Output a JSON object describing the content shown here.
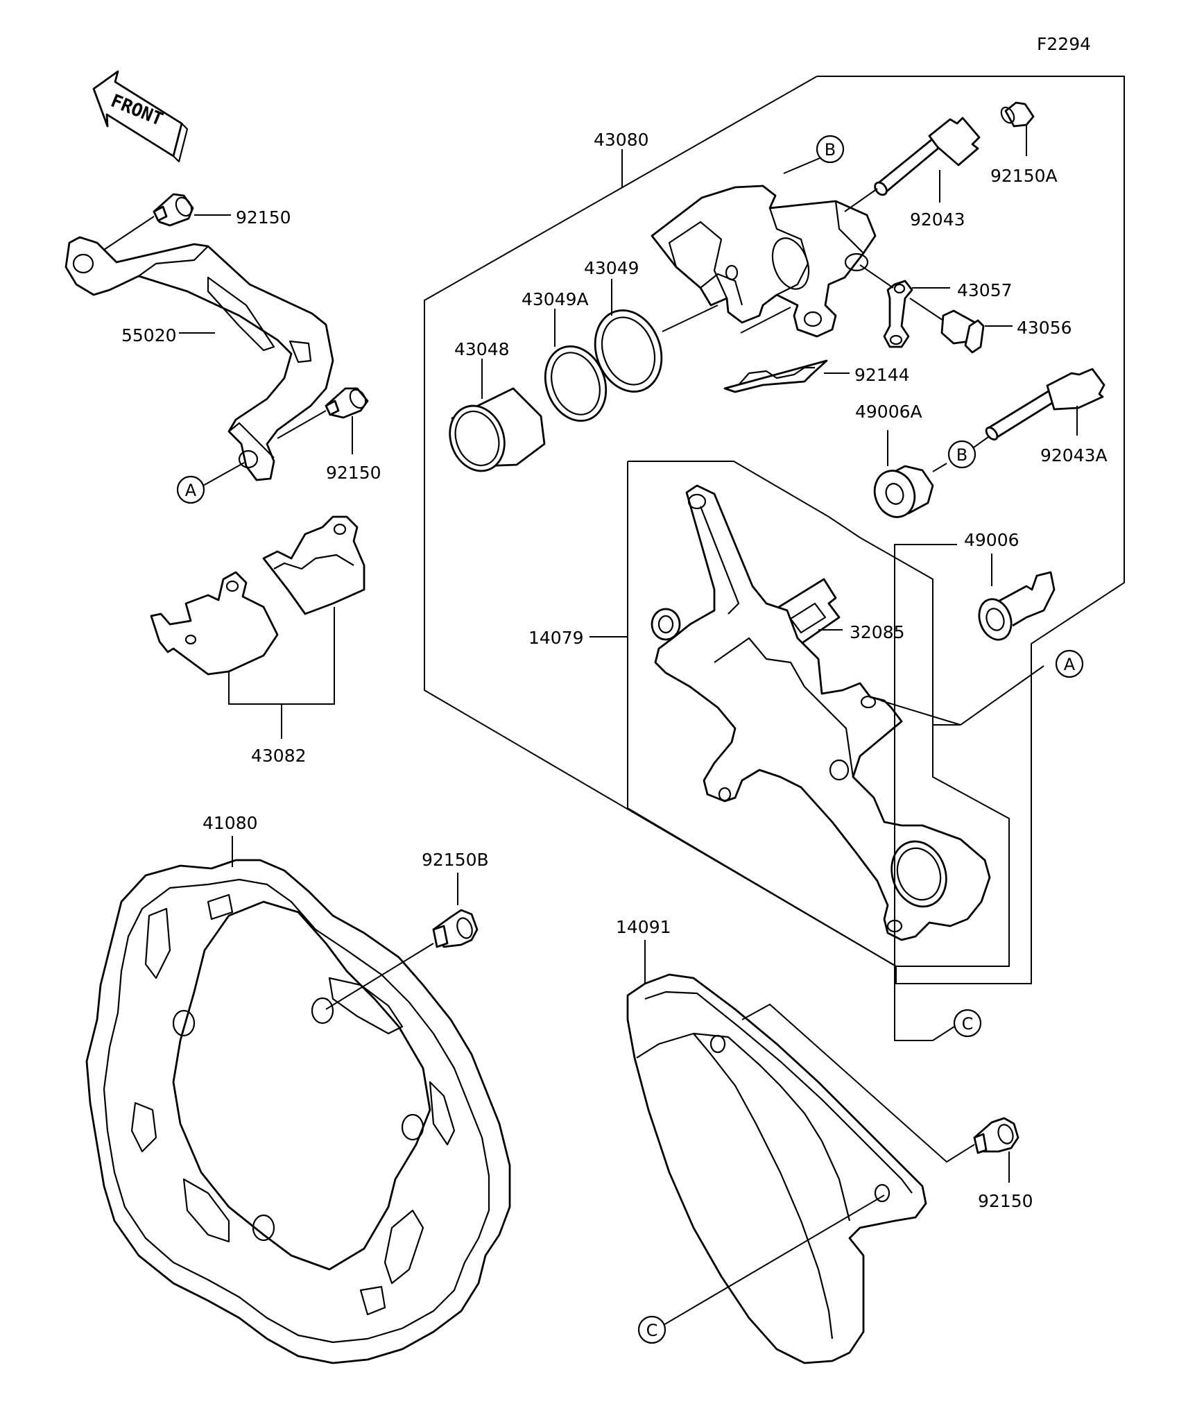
{
  "figure_code": "F2294",
  "front_label": "FRONT",
  "parts": {
    "p43080": "43080",
    "p92150A": "92150A",
    "p92043": "92043",
    "p43057": "43057",
    "p43056": "43056",
    "p43049": "43049",
    "p43049A": "43049A",
    "p43048": "43048",
    "p92144": "92144",
    "p49006A": "49006A",
    "p92043A": "92043A",
    "p49006": "49006",
    "p32085": "32085",
    "p14079": "14079",
    "p92150_top": "92150",
    "p55020": "55020",
    "p92150_mid": "92150",
    "p43082": "43082",
    "p41080": "41080",
    "p92150B": "92150B",
    "p14091": "14091",
    "p92150_bot": "92150"
  },
  "refs": {
    "A1": "A",
    "A2": "A",
    "B1": "B",
    "B2": "B",
    "C1": "C",
    "C2": "C"
  }
}
